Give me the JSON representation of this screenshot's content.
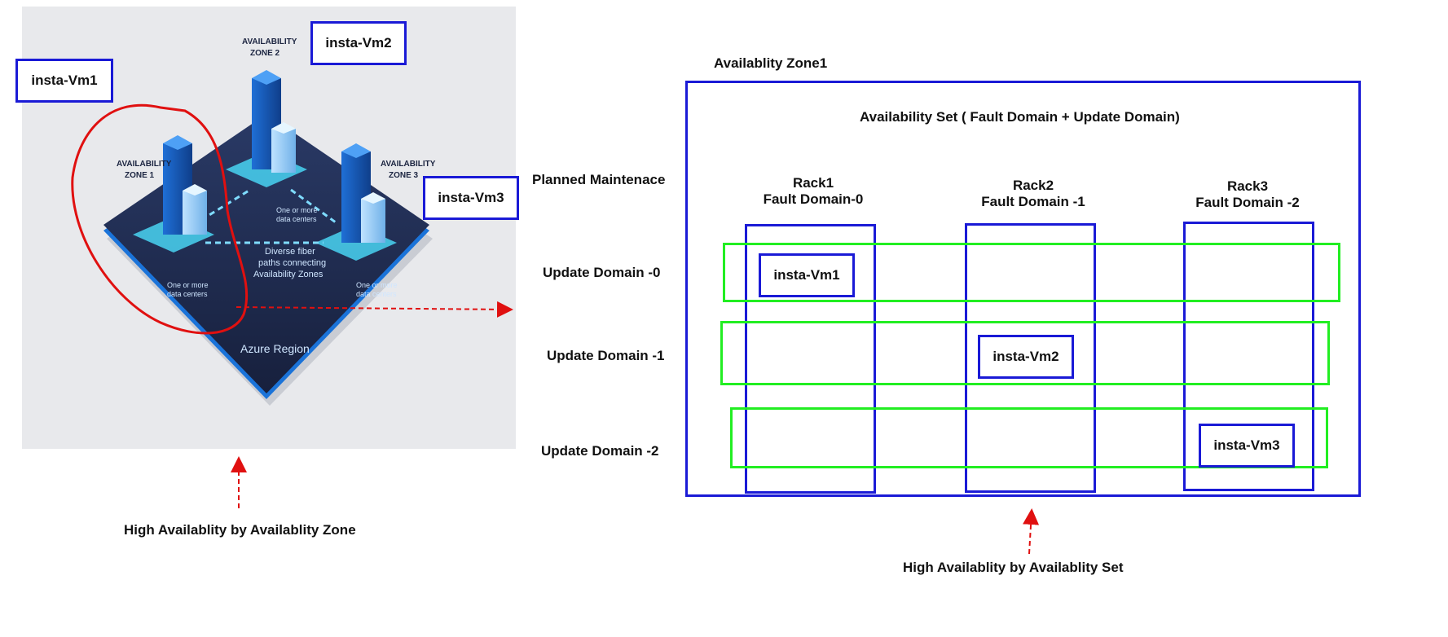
{
  "left_panel": {
    "zone1_label": [
      "AVAILABILITY",
      "ZONE 1"
    ],
    "zone2_label": [
      "AVAILABILITY",
      "ZONE 2"
    ],
    "zone3_label": [
      "AVAILABILITY",
      "ZONE 3"
    ],
    "dc_text": [
      "One or more",
      "data centers"
    ],
    "fiber_text": [
      "Diverse fiber",
      "paths connecting",
      "Availability Zones"
    ],
    "region_text": "Azure Region",
    "vm1": "insta-Vm1",
    "vm2": "insta-Vm2",
    "vm3": "insta-Vm3",
    "caption": "High Availablity by Availablity Zone"
  },
  "right_panel": {
    "zone_title": "Availablity Zone1",
    "set_title": "Availability Set ( Fault Domain + Update Domain)",
    "planned": "Planned Maintenace",
    "racks": [
      {
        "name": "Rack1",
        "fault": "Fault Domain-0"
      },
      {
        "name": "Rack2",
        "fault": "Fault Domain -1"
      },
      {
        "name": "Rack3",
        "fault": "Fault Domain -2"
      }
    ],
    "update_domains": [
      "Update Domain -0",
      "Update Domain -1",
      "Update Domain -2"
    ],
    "vms": [
      "insta-Vm1",
      "insta-Vm2",
      "insta-Vm3"
    ],
    "caption": "High Availablity by Availablity Set"
  },
  "colors": {
    "frame_blue": "#1a1ad6",
    "domain_green": "#22ee22",
    "highlight_red": "#e01010",
    "region_navy": "#1e2a4d"
  }
}
